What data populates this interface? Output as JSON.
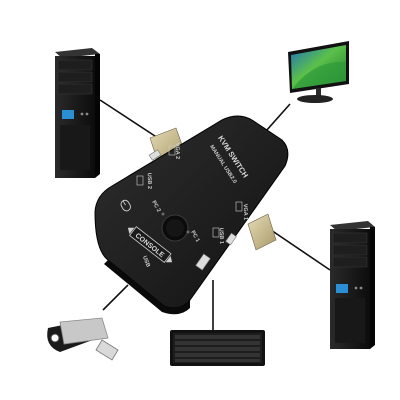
{
  "kvm": {
    "title": "KVM SWITCH",
    "subtitle": "MANUAL USB2.0",
    "console_label": "CONSOLE",
    "usb_label": "USB",
    "pc1_label": "PC 1",
    "pc2_label": "PC 2",
    "usb1_label": "USB 1",
    "usb2_label": "USB 2",
    "vga1_label": "VGA 1",
    "vga2_label": "VGA 2"
  },
  "colors": {
    "kvm_body": "#1c1c1c",
    "tower": "#111111",
    "tower_lcd": "#2b8fd6",
    "monitor_screen": "#3fa63a",
    "usb_drive": "#1a1a1a",
    "connector_metal": "#c9b98a"
  },
  "icons": [
    "desktop-tower-icon",
    "monitor-icon",
    "keyboard-icon",
    "usb-flash-drive-icon",
    "mouse-icon"
  ]
}
